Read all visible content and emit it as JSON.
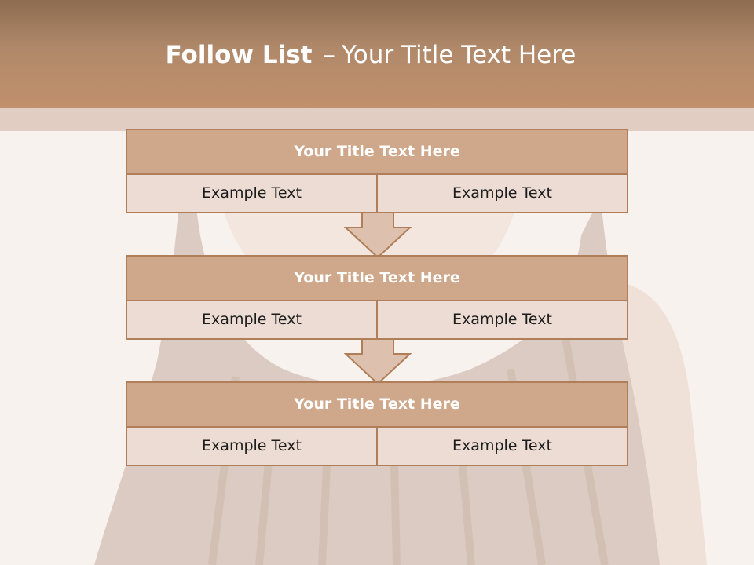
{
  "slide": {
    "title_bold": "Follow List",
    "title_dash": "–",
    "title_rest": "Your Title Text Here"
  },
  "blocks": [
    {
      "title": "Your Title Text Here",
      "left_text": "Example Text",
      "right_text": "Example Text"
    },
    {
      "title": "Your Title Text Here",
      "left_text": "Example Text",
      "right_text": "Example Text"
    },
    {
      "title": "Your Title Text Here",
      "left_text": "Example Text",
      "right_text": "Example Text"
    }
  ],
  "colors": {
    "header": "#c1906c",
    "block_title_fill": "#cfa88b",
    "block_body_fill": "#ecdcd3",
    "border": "#b07e58"
  }
}
